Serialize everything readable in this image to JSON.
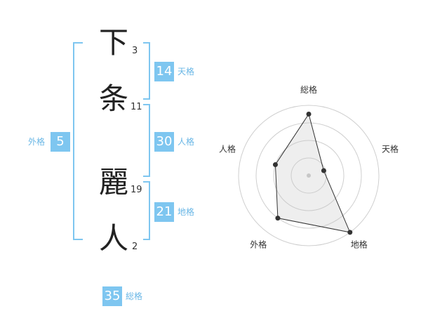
{
  "name": {
    "chars": [
      {
        "char": "下",
        "strokes": "3"
      },
      {
        "char": "条",
        "strokes": "11"
      },
      {
        "char": "麗",
        "strokes": "19"
      },
      {
        "char": "人",
        "strokes": "2"
      }
    ]
  },
  "scores": {
    "tenkaku": {
      "value": "14",
      "label": "天格"
    },
    "jinkaku": {
      "value": "30",
      "label": "人格"
    },
    "chikaku": {
      "value": "21",
      "label": "地格"
    },
    "gaikaku": {
      "value": "5",
      "label": "外格"
    },
    "soukaku": {
      "value": "35",
      "label": "総格"
    }
  },
  "colors": {
    "accent": "#7ec6f0",
    "text": "#222222"
  },
  "chart_data": {
    "type": "radar",
    "axes": [
      "総格",
      "天格",
      "地格",
      "外格",
      "人格"
    ],
    "rings": 4,
    "max": 4,
    "values": [
      3.5,
      0.9,
      4.0,
      3.0,
      2.0
    ]
  }
}
